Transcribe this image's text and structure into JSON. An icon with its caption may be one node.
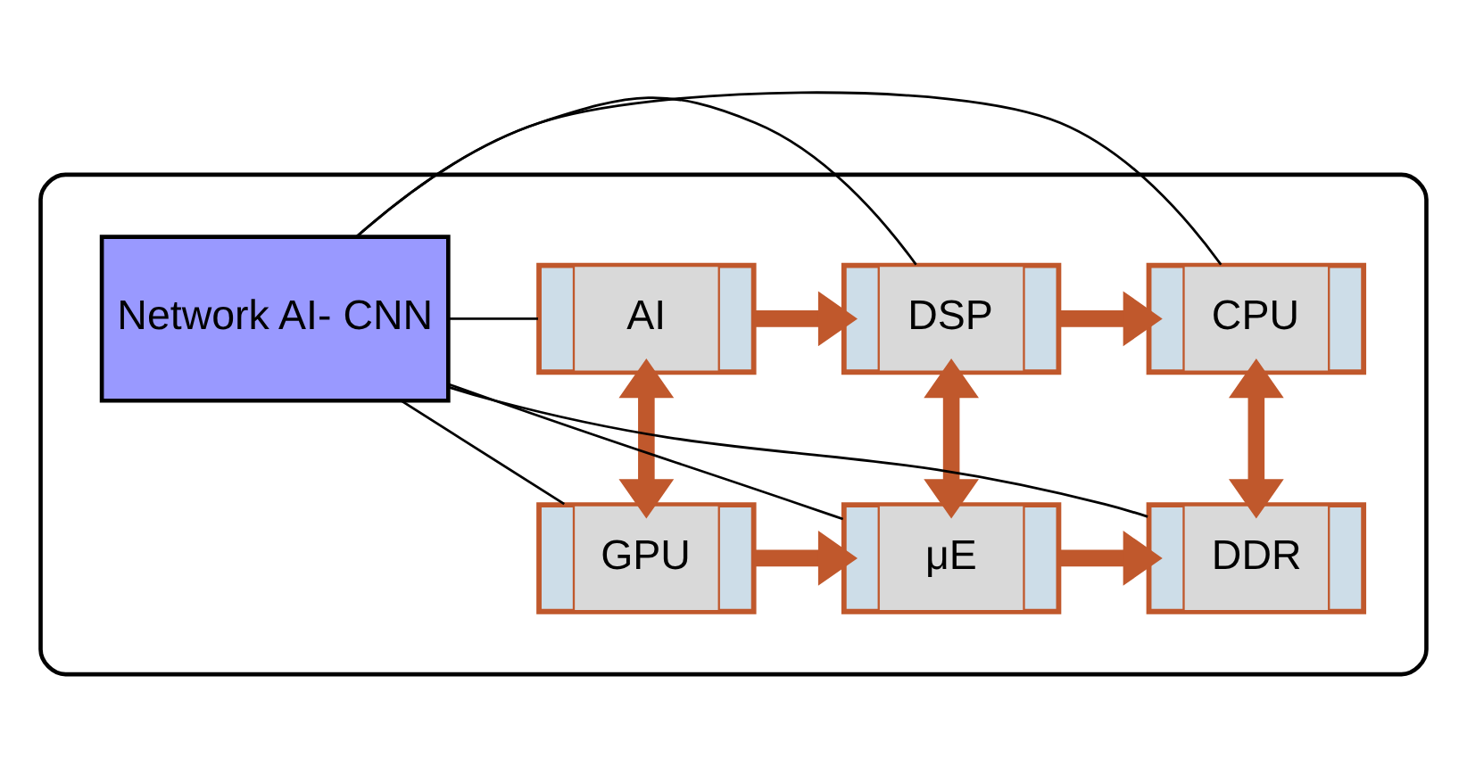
{
  "diagram": {
    "nodes": [
      {
        "text": [],
        "shape": "box"
      },
      {
        "text": [
          "AI"
        ],
        "in": 0
      },
      {
        "text": [
          "DSP"
        ],
        "in": 0
      },
      {
        "text": [
          "CPU"
        ],
        "in": 0
      },
      {
        "text": [
          "GPU"
        ],
        "in": 0
      },
      {
        "text": [
          "μE"
        ],
        "in": 0
      },
      {
        "text": [
          "DDR"
        ],
        "in": 0
      },
      {
        "text": [
          "Network AI- CNN"
        ],
        "in": 0
      }
    ],
    "edges": [
      {
        "from": 1,
        "to": 2,
        "arrow": "to"
      },
      {
        "from": 2,
        "to": 3,
        "arrow": "to"
      },
      {
        "from": 1,
        "to": 4,
        "arrow": "both"
      },
      {
        "from": 2,
        "to": 5,
        "arrow": "both"
      },
      {
        "from": 3,
        "to": 6,
        "arrow": "both"
      },
      {
        "from": 4,
        "to": 5,
        "arrow": "to"
      },
      {
        "from": 5,
        "to": 6,
        "arrow": "to"
      },
      {
        "from": 7,
        "to": 1,
        "arrow": "none",
        "color": "#000000"
      },
      {
        "from": 7,
        "to": 2,
        "arrow": "none",
        "color": "#000000"
      },
      {
        "from": 7,
        "to": 3,
        "arrow": "none",
        "color": "#000000"
      },
      {
        "from": 7,
        "to": 4,
        "arrow": "none",
        "color": "#000000"
      },
      {
        "from": 7,
        "to": 5,
        "arrow": "none",
        "color": "#000000"
      },
      {
        "from": 7,
        "to": 6,
        "arrow": "none",
        "color": "#000000"
      }
    ]
  }
}
